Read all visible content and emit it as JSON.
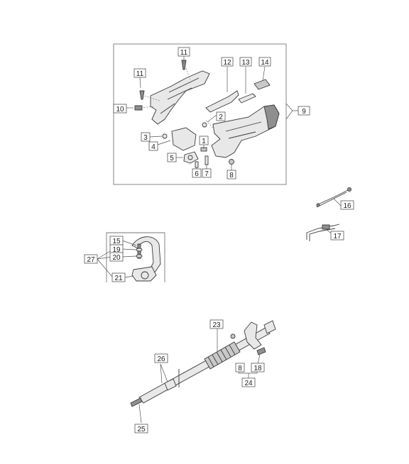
{
  "callouts": {
    "c1": "1",
    "c2": "2",
    "c3": "3",
    "c4": "4",
    "c5": "5",
    "c6": "6",
    "c7": "7",
    "c8": "8",
    "c9": "9",
    "c10": "10",
    "c11": "11",
    "c11b": "11",
    "c12": "12",
    "c13": "13",
    "c14": "14",
    "c15": "15",
    "c16": "16",
    "c17": "17",
    "c18": "18",
    "c19": "19",
    "c20": "20",
    "c21": "21",
    "c23": "23",
    "c24": "24",
    "c25": "25",
    "c26": "26",
    "c27": "27",
    "c8b": "8"
  },
  "colors": {
    "line": "#3a3a3a",
    "part_fill": "#e8e8e8",
    "dark_part": "#8f8f8f"
  }
}
